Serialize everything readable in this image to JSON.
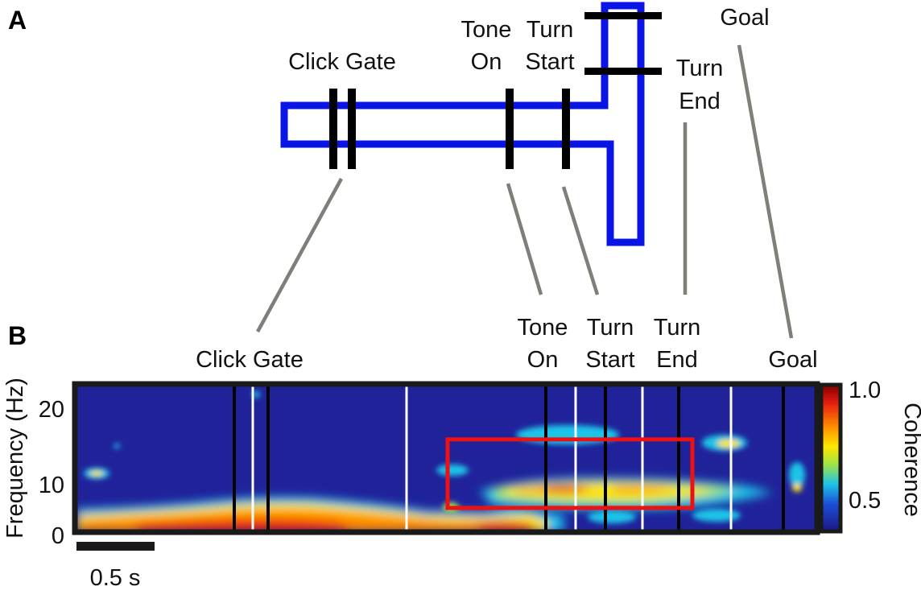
{
  "panels": {
    "a": "A",
    "b": "B"
  },
  "maze": {
    "track_color": "#0a14e6",
    "gate_color": "#000000",
    "labels": {
      "click_gate": "Click Gate",
      "tone_on_1": "Tone",
      "tone_on_2": "On",
      "turn_start_1": "Turn",
      "turn_start_2": "Start",
      "turn_end_1": "Turn",
      "turn_end_2": "End",
      "goal": "Goal"
    }
  },
  "event_labels": {
    "click_gate": "Click Gate",
    "tone_on_1": "Tone",
    "tone_on_2": "On",
    "turn_start_1": "Turn",
    "turn_start_2": "Start",
    "turn_end_1": "Turn",
    "turn_end_2": "End",
    "goal": "Goal"
  },
  "chart_data": {
    "type": "heatmap",
    "ylabel": "Frequency (Hz)",
    "y_ticks": [
      "0",
      "10",
      "20"
    ],
    "ylim": [
      0,
      23
    ],
    "colorbar": {
      "label": "Coherence",
      "max_label": "1.0",
      "min_label": "0.5",
      "colors": [
        "#8b0000",
        "#e81e10",
        "#ff8c00",
        "#ffe600",
        "#9ce24a",
        "#1ec4e8",
        "#1a4fd6",
        "#1c1a8a"
      ]
    },
    "scale_bar": "0.5 s",
    "colors": {
      "background": "#20229a",
      "event_line": "#000000",
      "divider_line": "#ffffff",
      "highlight_box": "#ee1111"
    },
    "highlight_box": {
      "freq_low": 3.5,
      "freq_high": 14.5
    }
  }
}
